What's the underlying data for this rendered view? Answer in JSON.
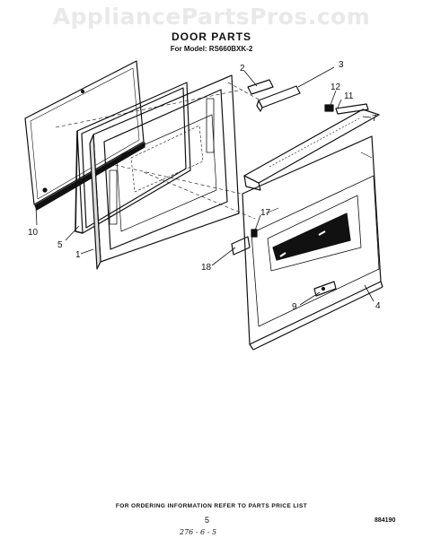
{
  "watermark": "AppliancePartsPros.com",
  "title": "DOOR PARTS",
  "model_line": "For Model: RS660BXK-2",
  "callouts": [
    {
      "id": "c2",
      "label": "2"
    },
    {
      "id": "c3",
      "label": "3"
    },
    {
      "id": "c12",
      "label": "12"
    },
    {
      "id": "c11",
      "label": "11"
    },
    {
      "id": "c7",
      "label": "7"
    },
    {
      "id": "c17",
      "label": "17"
    },
    {
      "id": "c18",
      "label": "18"
    },
    {
      "id": "c9",
      "label": "9"
    },
    {
      "id": "c4",
      "label": "4"
    },
    {
      "id": "c10",
      "label": "10"
    },
    {
      "id": "c5",
      "label": "5"
    },
    {
      "id": "c1",
      "label": "1"
    }
  ],
  "footer_text": "FOR ORDERING INFORMATION REFER TO PARTS PRICE LIST",
  "page_number": "5",
  "document_number": "884190",
  "handwritten_note": "276 - 6 - 5"
}
